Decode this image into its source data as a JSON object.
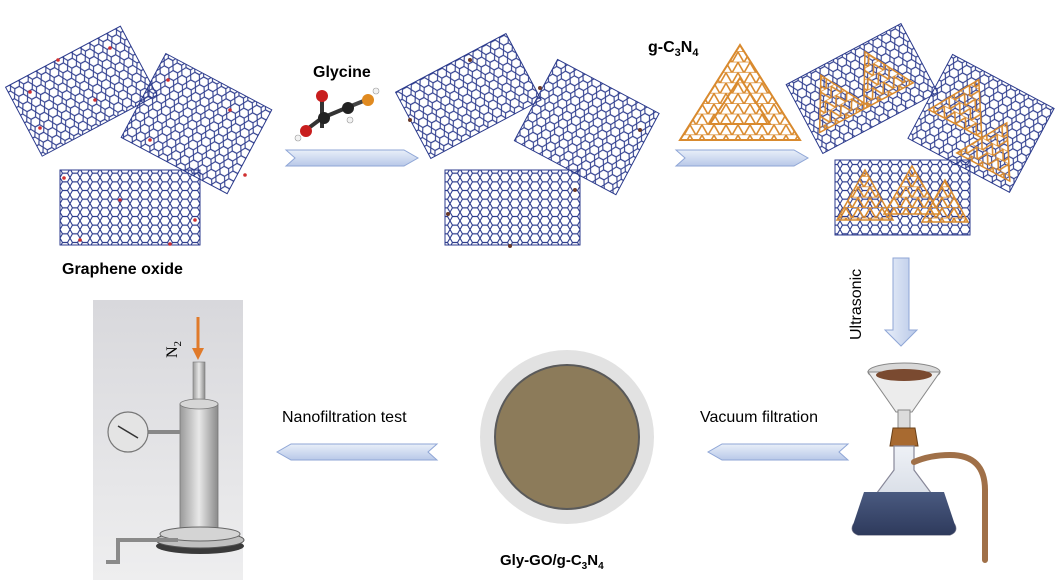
{
  "labels": {
    "graphene_oxide": "Graphene oxide",
    "glycine": "Glycine",
    "gcn_prefix": "g-C",
    "gcn_sub1": "3",
    "gcn_mid": "N",
    "gcn_sub2": "4",
    "ultrasonic": "Ultrasonic",
    "vacuum_filtration": "Vacuum filtration",
    "nanofiltration_test": "Nanofiltration test",
    "product_prefix": "Gly-GO/g-C",
    "product_sub1": "3",
    "product_mid": "N",
    "product_sub2": "4",
    "n2_main": "N",
    "n2_sub": "2"
  },
  "colors": {
    "graphene": "#2b3a8c",
    "oxygen": "#d03030",
    "gcn": "#d98a2e",
    "arrow_fill": "#c9d6ee",
    "arrow_stroke": "#8fa6d6",
    "membrane": "#8c7b5a",
    "membrane_ring": "#e2e2e2",
    "n2_arrow": "#e07a2a",
    "tube": "#a07048"
  }
}
